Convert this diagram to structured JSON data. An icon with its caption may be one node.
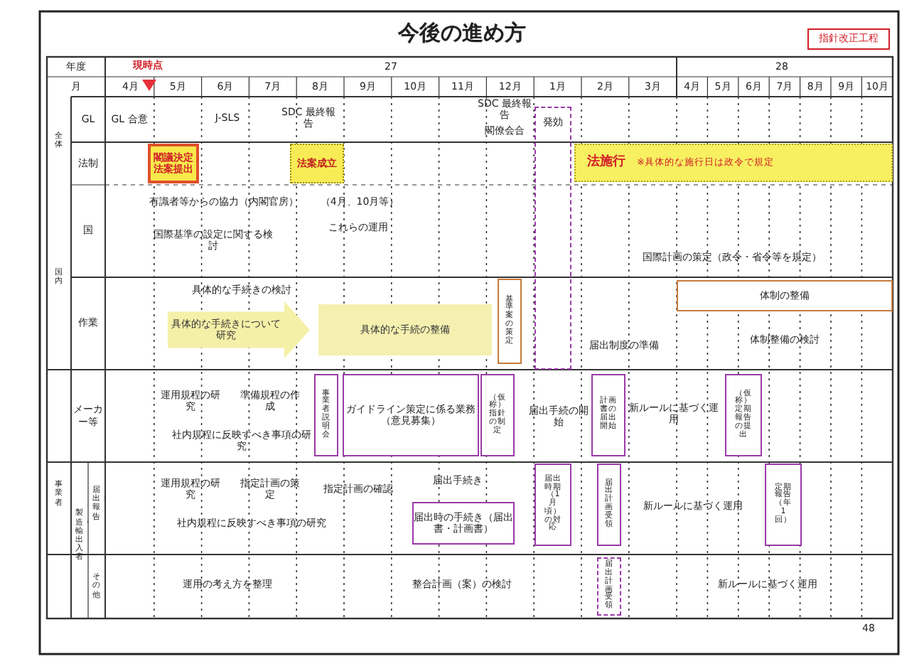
{
  "diagram": {
    "title": "今後の進め方",
    "nodes": [
      {
        "text": [
          "閣議決定法案提出"
        ]
      },
      {
        "text": [
          "法案成立"
        ]
      },
      {
        "text": [
          "法施行",
          "※具体的な施行日は政令で規定"
        ]
      },
      {
        "text": [
          "発効"
        ]
      },
      {
        "text": [
          "具体的な手続きについて研究"
        ]
      },
      {
        "text": [
          "具体的な手続の整備"
        ]
      },
      {
        "text": [
          "基準案の策定"
        ]
      },
      {
        "text": [
          "体制の整備"
        ]
      },
      {
        "text": [
          "事業者説明会"
        ]
      },
      {
        "text": [
          "ガイドライン策定に係る業務（意見募集）"
        ]
      },
      {
        "text": [
          "（仮称）指針の制定"
        ]
      },
      {
        "text": [
          "計画書の届出開始"
        ]
      },
      {
        "text": [
          "（仮称）定期報告の提出"
        ]
      },
      {
        "text": [
          "届出時の手続き（届出書・計画書）"
        ]
      },
      {
        "text": [
          "届出時期（1月頃）の対応"
        ]
      },
      {
        "text": [
          "届出計画受領"
        ]
      },
      {
        "text": [
          "定期報告（年1回）"
        ]
      },
      {
        "text": [
          "届出計画受領"
        ]
      },
      {
        "text": [
          "指針改正工程"
        ]
      }
    ],
    "labels": [
      "年度",
      "月",
      "27",
      "28",
      "4月",
      "5月",
      "6月",
      "7月",
      "8月",
      "9月",
      "10月",
      "11月",
      "12月",
      "1月",
      "2月",
      "3月",
      "4月",
      "5月",
      "6月",
      "7月",
      "8月",
      "9月",
      "10月",
      "現時点",
      "全体",
      "国内",
      "GL",
      "法制",
      "国",
      "作業",
      "GL 合意",
      "J-SLS",
      "SDC 最終報告",
      "SDC 最終報告",
      "閣僚会合",
      "有識者等からの協力（内閣官房）",
      "（4月、10月等）",
      "国際基準の設定に関する検討",
      "これらの運用",
      "国際計画の策定（政令・省令等を規定）",
      "具体的な手続きの検討",
      "届出制度の準備",
      "体制整備の検討",
      "事業者",
      "メーカー等",
      "製造・輸出入者",
      "届出・報告",
      "その他",
      "運用規程の研究",
      "準備規程の作成",
      "社内規程に反映すべき事項の研究",
      "届出手続の開始",
      "新ルールに基づく運用",
      "運用規程の研究",
      "指定計画の策定",
      "指定計画の確認",
      "届出手続き",
      "社内規程に反映すべき事項の研究",
      "新ルールに基づく運用",
      "運用の考え方を整理",
      "整合計画（案）の検討",
      "新ルールに基づく運用",
      "48"
    ]
  }
}
